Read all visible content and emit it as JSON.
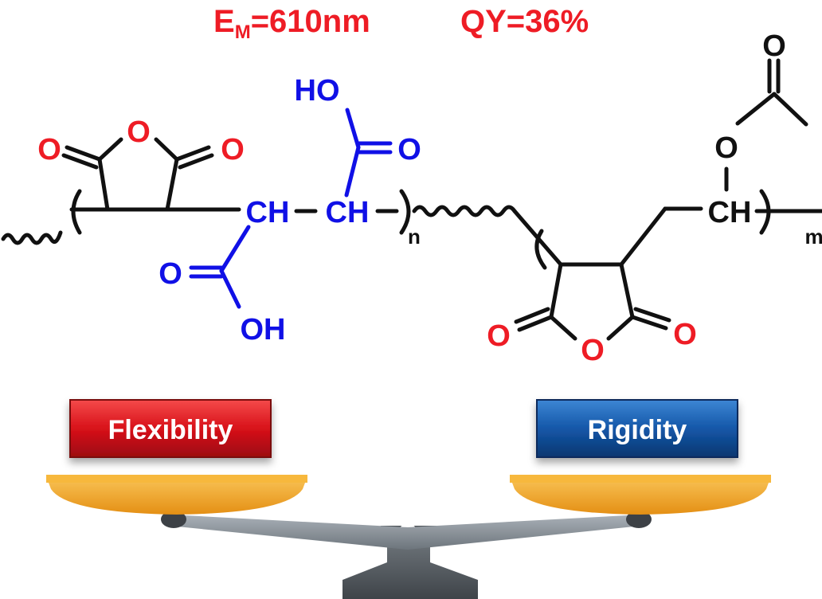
{
  "header": {
    "em_main": "E",
    "em_sub": "M",
    "em_value": "=610nm",
    "qy": "QY=36%"
  },
  "structure": {
    "anhydride_left": {
      "o_ring": "O",
      "o_left": "O",
      "o_right": "O"
    },
    "acid_top": {
      "ho": "HO",
      "o": "O"
    },
    "acid_bottom": {
      "o": "O",
      "oh": "OH"
    },
    "ch_left": "CH",
    "ch_right": "CH",
    "ch_last": "CH",
    "dash": "–",
    "subscript_n": "n",
    "subscript_m": "m",
    "anhydride_right": {
      "o_ring": "O",
      "o_left": "O",
      "o_right": "O"
    },
    "acetate": {
      "o_top": "O",
      "o_ester": "O"
    }
  },
  "balance": {
    "left_label": "Flexibility",
    "right_label": "Rigidity"
  },
  "colors": {
    "red": "#ee1c25",
    "blue": "#1010e6",
    "black": "#111111",
    "label_red": "#d8121a",
    "label_blue": "#1457a8",
    "pan_orange": "#f3ac2e",
    "beam_gray": "#8a939b",
    "stand_gray": "#5d6369"
  }
}
